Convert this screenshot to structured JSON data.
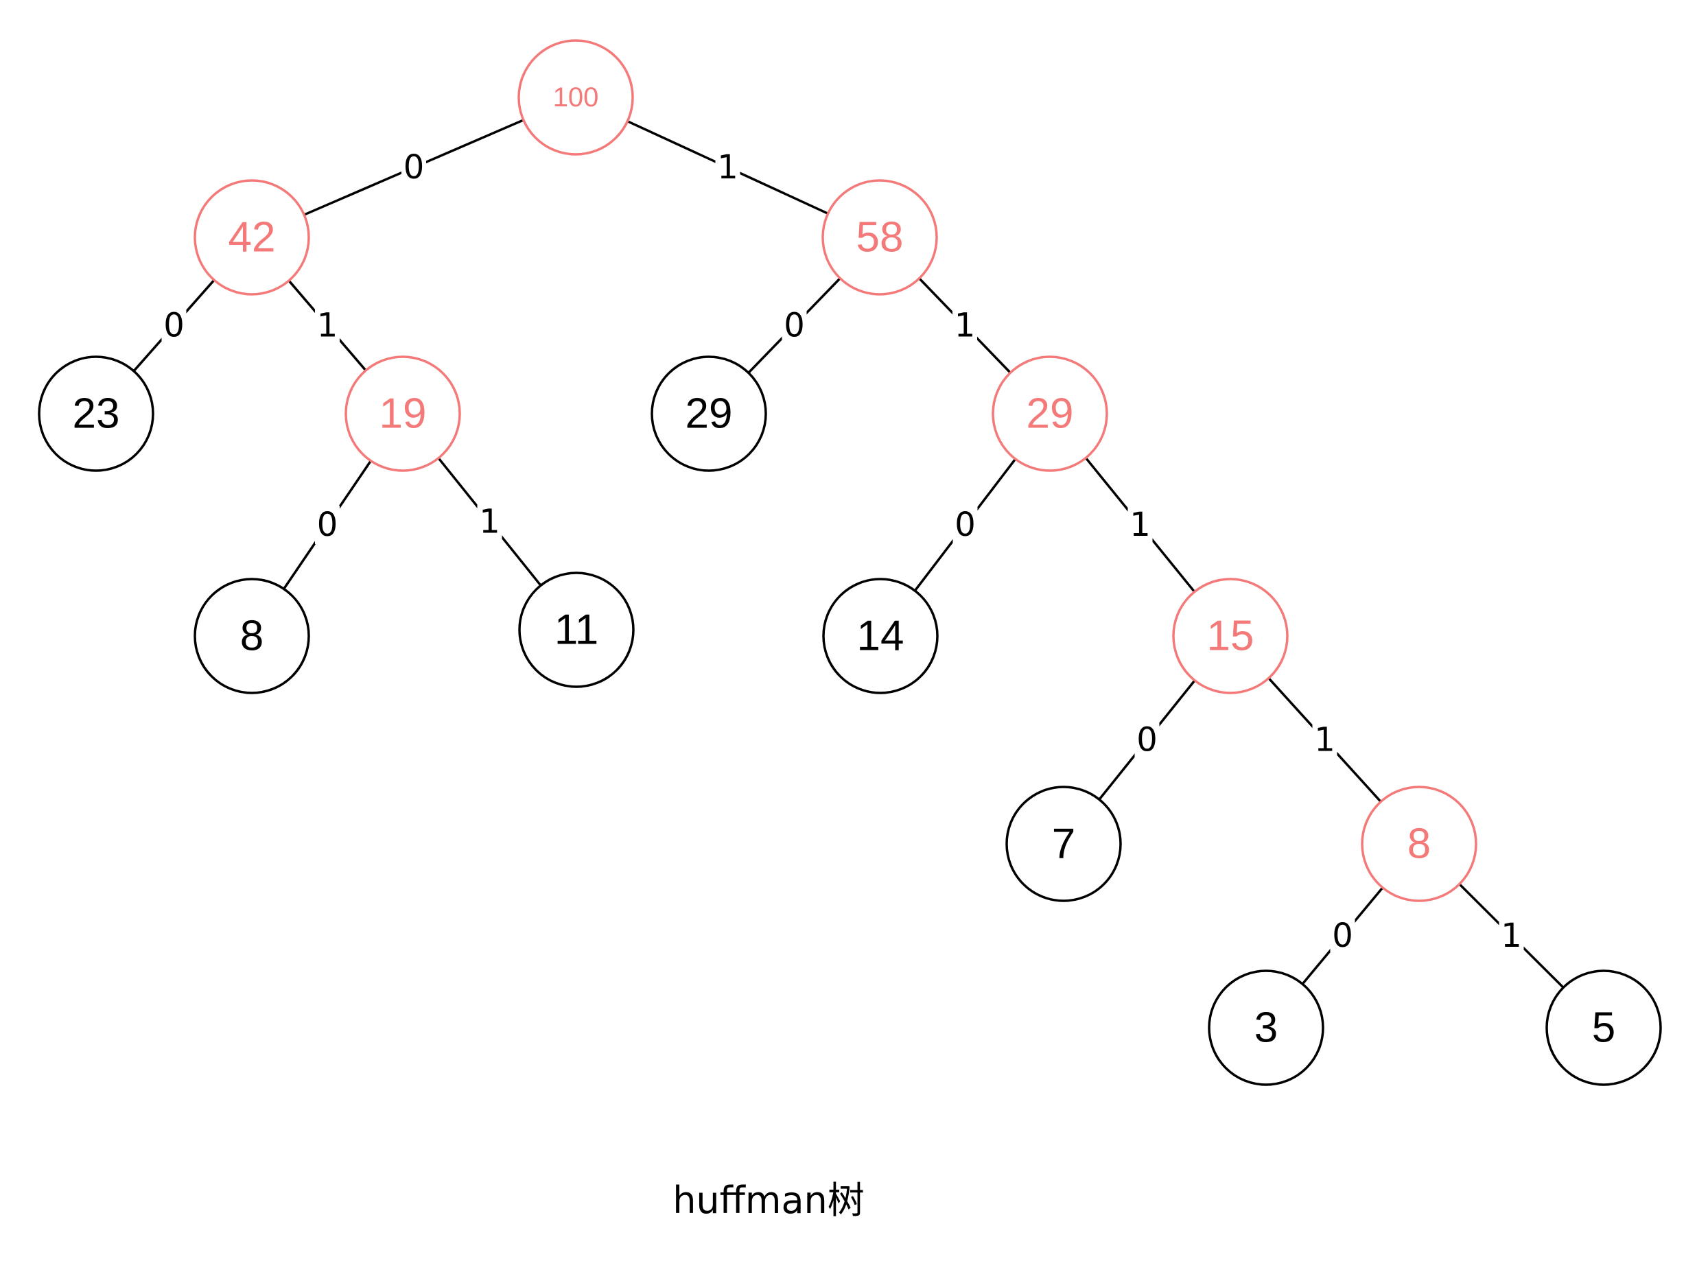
{
  "caption": "huffman树",
  "colors": {
    "internal": "#f47a7a",
    "leaf": "#000000",
    "edge": "#000000",
    "background": "#ffffff"
  },
  "tree": {
    "nodes": [
      {
        "id": "n100",
        "label": "100",
        "type": "internal"
      },
      {
        "id": "n42",
        "label": "42",
        "type": "internal"
      },
      {
        "id": "n58",
        "label": "58",
        "type": "internal"
      },
      {
        "id": "n23",
        "label": "23",
        "type": "leaf"
      },
      {
        "id": "n19",
        "label": "19",
        "type": "internal"
      },
      {
        "id": "n29a",
        "label": "29",
        "type": "leaf"
      },
      {
        "id": "n29b",
        "label": "29",
        "type": "internal"
      },
      {
        "id": "n8a",
        "label": "8",
        "type": "leaf"
      },
      {
        "id": "n11",
        "label": "11",
        "type": "leaf"
      },
      {
        "id": "n14",
        "label": "14",
        "type": "leaf"
      },
      {
        "id": "n15",
        "label": "15",
        "type": "internal"
      },
      {
        "id": "n7",
        "label": "7",
        "type": "leaf"
      },
      {
        "id": "n8b",
        "label": "8",
        "type": "internal"
      },
      {
        "id": "n3",
        "label": "3",
        "type": "leaf"
      },
      {
        "id": "n5",
        "label": "5",
        "type": "leaf"
      }
    ],
    "edges": [
      {
        "from": "n100",
        "to": "n42",
        "label": "0"
      },
      {
        "from": "n100",
        "to": "n58",
        "label": "1"
      },
      {
        "from": "n42",
        "to": "n23",
        "label": "0"
      },
      {
        "from": "n42",
        "to": "n19",
        "label": "1"
      },
      {
        "from": "n58",
        "to": "n29a",
        "label": "0"
      },
      {
        "from": "n58",
        "to": "n29b",
        "label": "1"
      },
      {
        "from": "n19",
        "to": "n8a",
        "label": "0"
      },
      {
        "from": "n19",
        "to": "n11",
        "label": "1"
      },
      {
        "from": "n29b",
        "to": "n14",
        "label": "0"
      },
      {
        "from": "n29b",
        "to": "n15",
        "label": "1"
      },
      {
        "from": "n15",
        "to": "n7",
        "label": "0"
      },
      {
        "from": "n15",
        "to": "n8b",
        "label": "1"
      },
      {
        "from": "n8b",
        "to": "n3",
        "label": "0"
      },
      {
        "from": "n8b",
        "to": "n5",
        "label": "1"
      }
    ]
  }
}
